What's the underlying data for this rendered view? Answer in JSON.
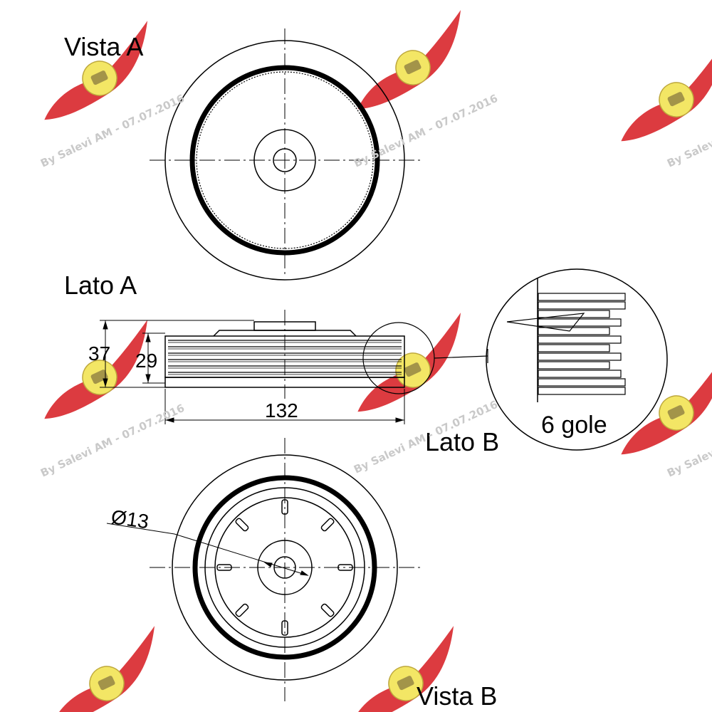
{
  "views": {
    "view_a": "Vista A",
    "side_a": "Lato A",
    "side_b": "Lato B",
    "view_b": "Vista B"
  },
  "dimensions": {
    "height_total": "37",
    "height_groove": "29",
    "diameter": "132",
    "hole": "Ø13"
  },
  "detail": {
    "grooves": "6 gole"
  },
  "watermark": {
    "text": "By Salevi AM - 07.07.2016",
    "logo_icon": "winged-wheel-logo-icon",
    "logo_accent": "#d6191f",
    "logo_badge": "#f2e24b"
  },
  "colors": {
    "line": "#000000",
    "background": "#ffffff"
  }
}
